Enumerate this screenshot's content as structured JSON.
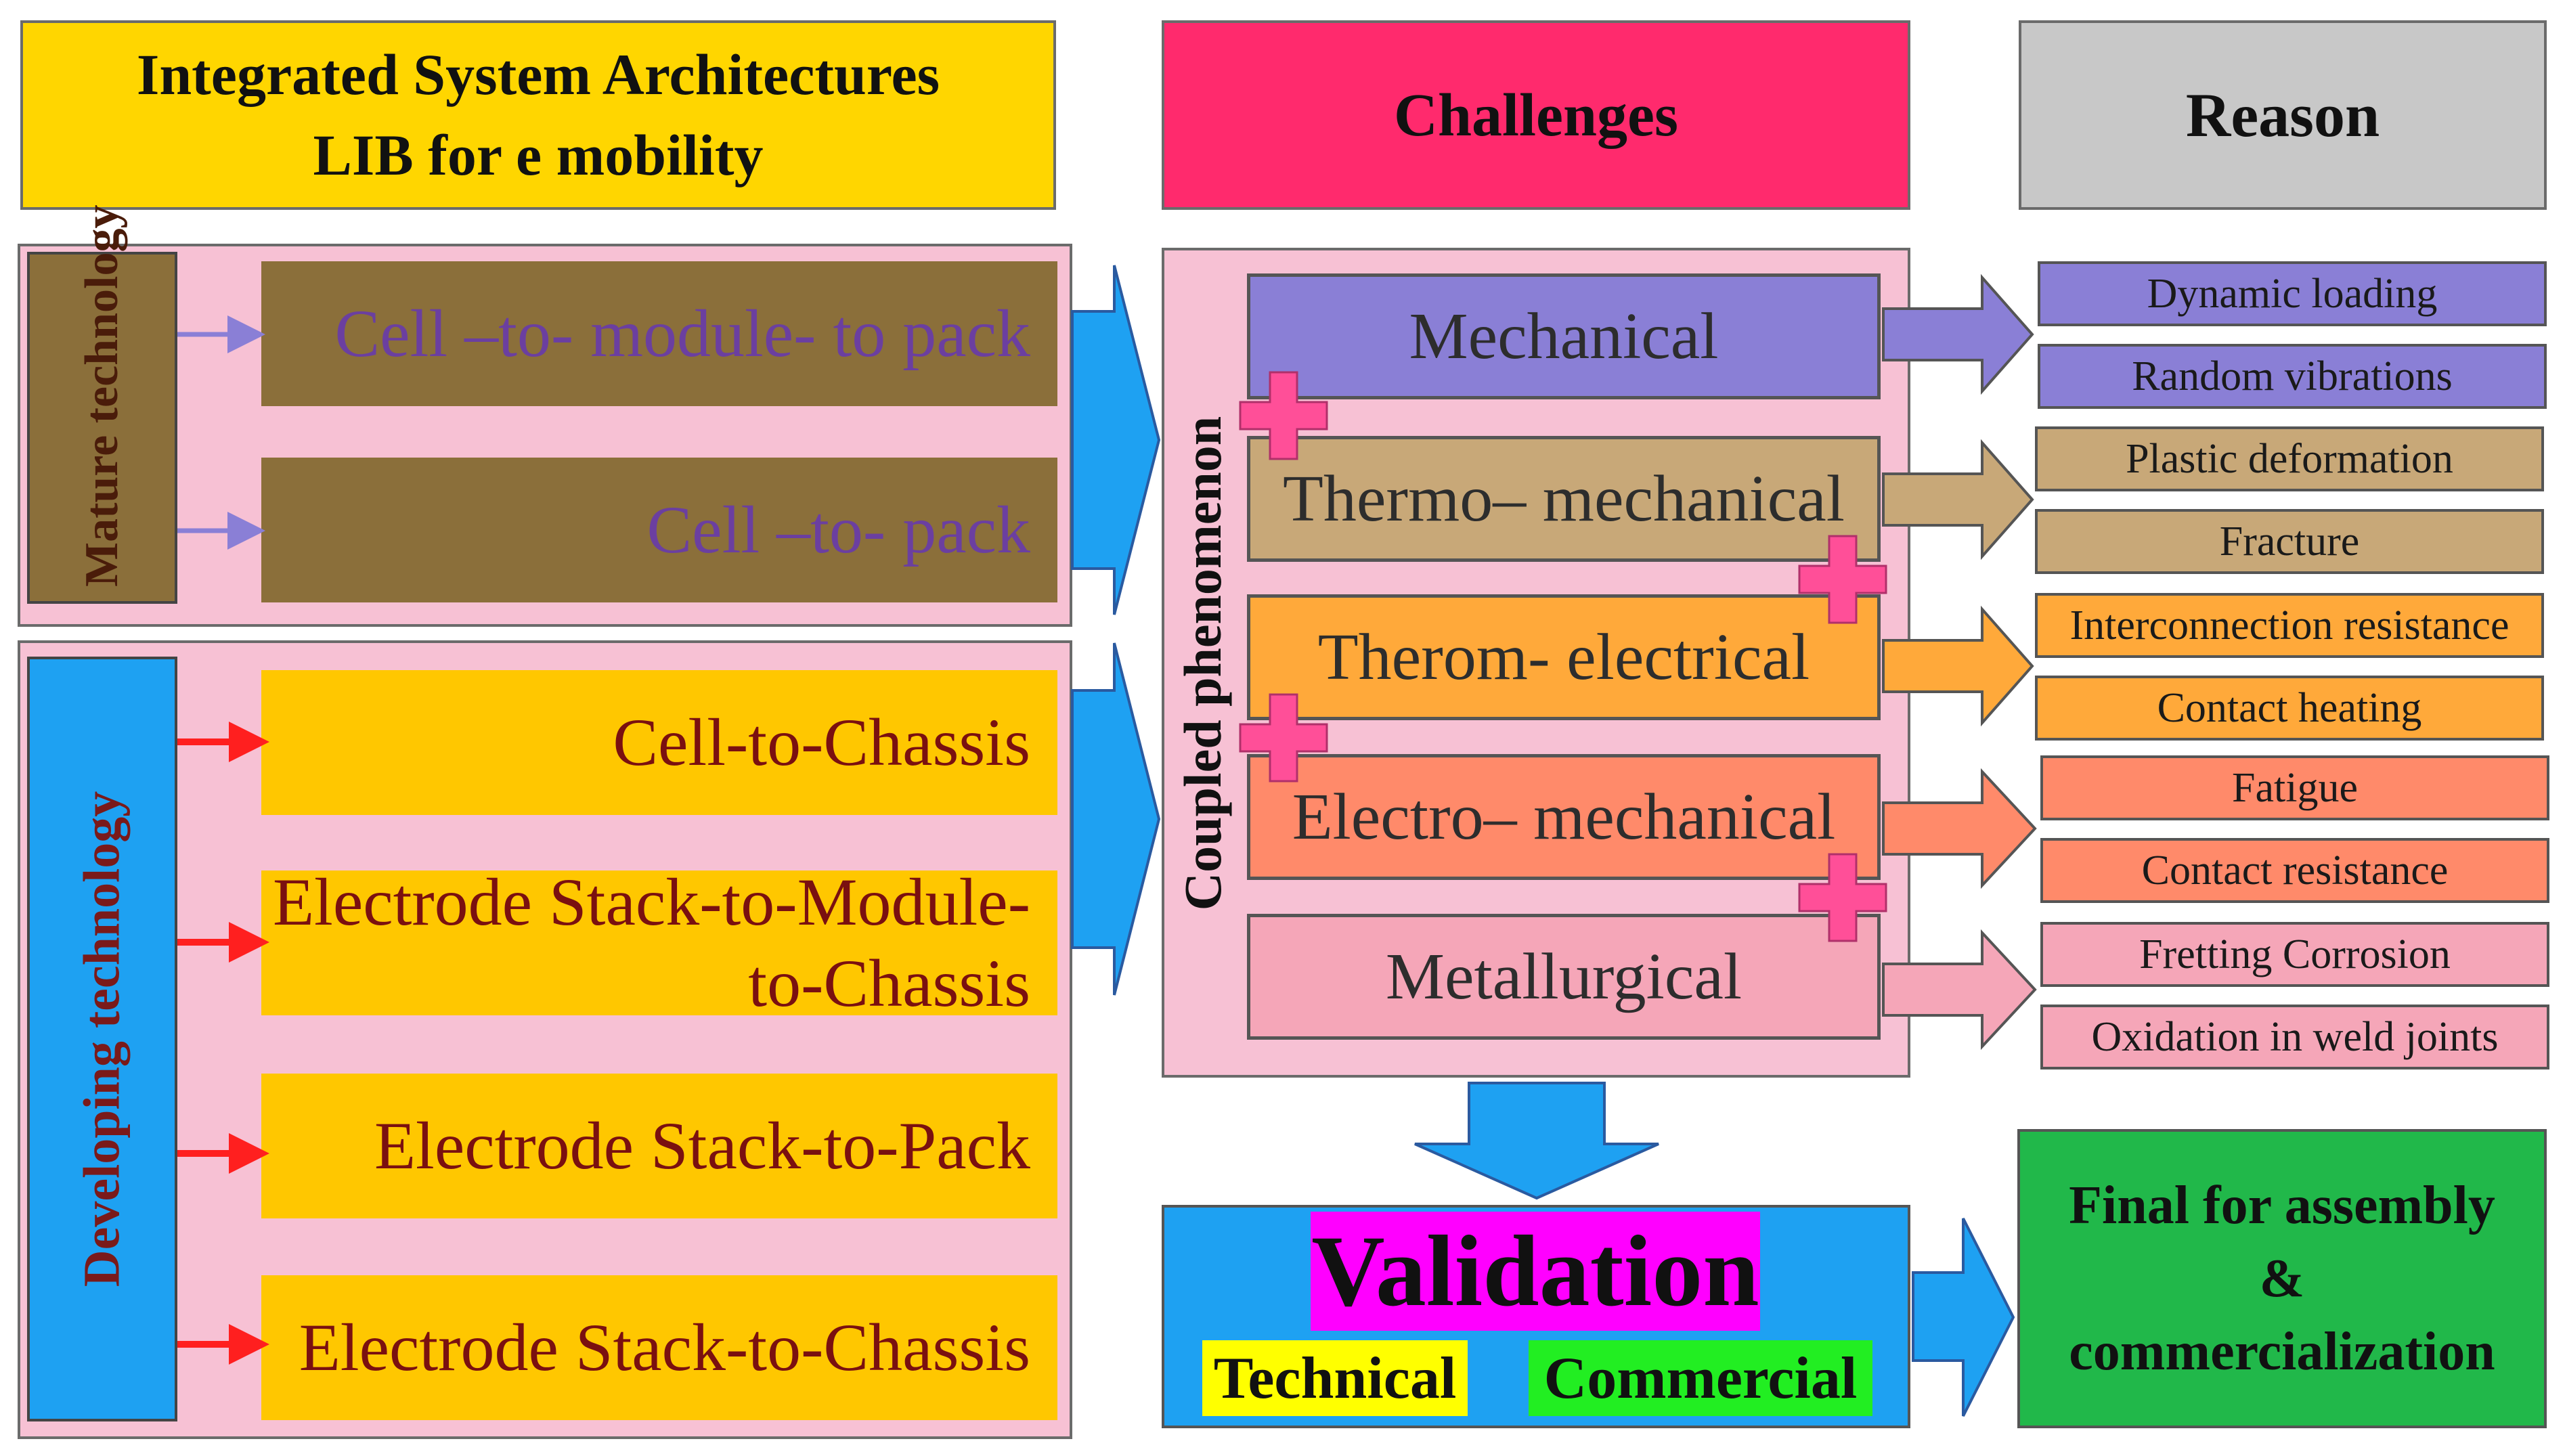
{
  "headers": {
    "architectures": "Integrated System Architectures LIB for e mobility",
    "architectures_line1": "Integrated System Architectures",
    "architectures_line2": "LIB for e mobility",
    "challenges": "Challenges",
    "reason": "Reason"
  },
  "mature": {
    "label": "Mature technology",
    "items": [
      "Cell –to- module- to pack",
      "Cell –to- pack"
    ]
  },
  "developing": {
    "label": "Developing technology",
    "items": [
      "Cell-to-Chassis",
      "Electrode Stack-to-Module-to-Chassis",
      "Electrode Stack-to-Pack",
      "Electrode Stack-to-Chassis"
    ],
    "item2_line1": "Electrode Stack-to-Module-",
    "item2_line2": "to-Chassis"
  },
  "coupled": {
    "label": "Coupled phenomenon",
    "challenges": [
      "Mechanical",
      "Thermo– mechanical",
      "Therom- electrical",
      "Electro– mechanical",
      "Metallurgical"
    ]
  },
  "reasons": [
    "Dynamic loading",
    "Random vibrations",
    "Plastic deformation",
    "Fracture",
    "Interconnection resistance",
    "Contact heating",
    "Fatigue",
    "Contact resistance",
    "Fretting Corrosion",
    "Oxidation in weld joints"
  ],
  "validation": {
    "title": "Validation",
    "technical": "Technical",
    "commercial": "Commercial"
  },
  "final": {
    "text": "Final for assembly & commercialization",
    "line1": "Final for assembly",
    "line2": "&",
    "line3": "commercialization"
  },
  "colors": {
    "yellow_header": "#ffd600",
    "challenges_header": "#ff2a6d",
    "reason_header": "#c8c8c8",
    "pink_panel": "#f7c1d4",
    "brown": "#8b6f3a",
    "amber": "#ffc700",
    "blue": "#1ea1f2",
    "mechanical": "#8a7fd6",
    "thermo_mechanical": "#c8a878",
    "thermo_electrical": "#ffa93a",
    "electro_mechanical": "#ff8a6a",
    "metallurgical": "#f5a6b8",
    "magenta": "#ff00ff",
    "green": "#21b84a",
    "plus": "#ff4f98"
  }
}
